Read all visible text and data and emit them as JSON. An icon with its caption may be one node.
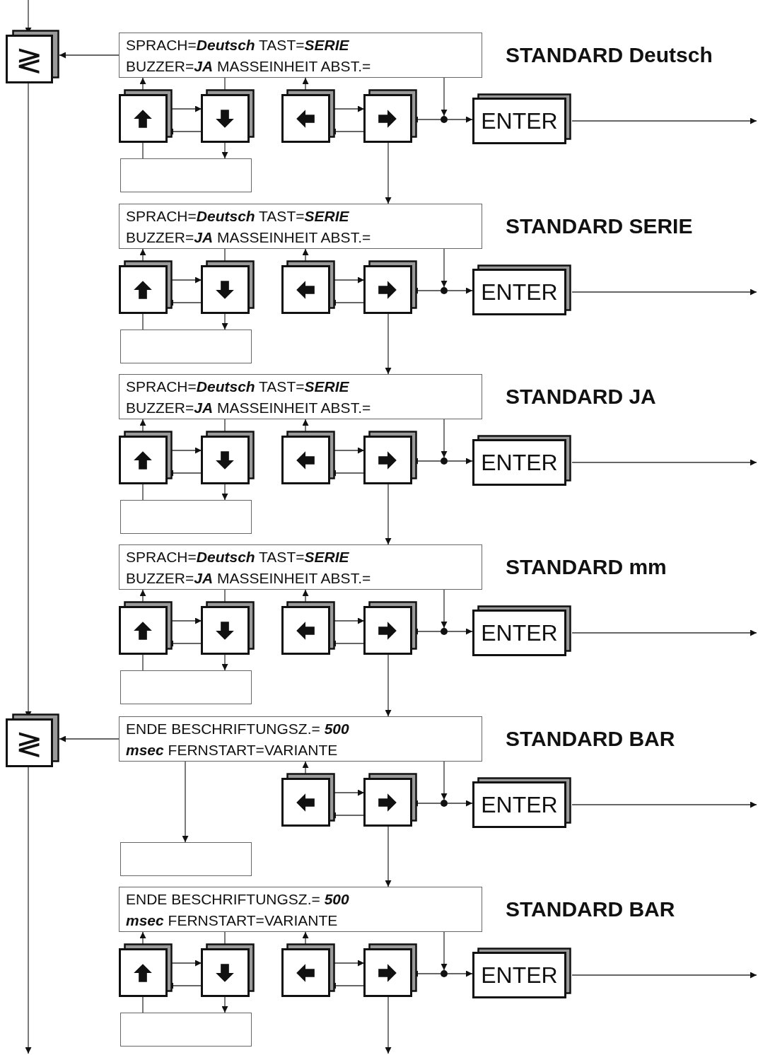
{
  "diagram": {
    "nodes": [
      {
        "text": [
          "≷"
        ]
      },
      {
        "text": [
          "SPRACH=**Deutsch** TAST=**SERIE** BUZZER=**JA** MASSEINHEIT ABST.="
        ],
        "beside": [
          "STANDARD Deutsch"
        ]
      },
      {
        "text": [],
        "shape": "box"
      },
      {
        "text": [],
        "shape": "box"
      },
      {
        "text": [],
        "shape": "box"
      },
      {
        "text": [],
        "shape": "box"
      },
      {
        "text": [],
        "shape": "circle"
      },
      {
        "text": [
          "ENTER"
        ]
      },
      {
        "text": [],
        "shape": "box"
      },
      {
        "text": [
          "SPRACH=**Deutsch** TAST=**SERIE** BUZZER=**JA** MASSEINHEIT ABST.="
        ],
        "beside": [
          "STANDARD SERIE"
        ]
      },
      {
        "text": [],
        "shape": "box"
      },
      {
        "text": [],
        "shape": "box"
      },
      {
        "text": [],
        "shape": "box"
      },
      {
        "text": [],
        "shape": "box"
      },
      {
        "text": [],
        "shape": "circle"
      },
      {
        "text": [
          "ENTER"
        ]
      },
      {
        "text": [],
        "shape": "box"
      },
      {
        "text": [
          "SPRACH=**Deutsch** TAST=**SERIE** BUZZER=**JA** MASSEINHEIT ABST.="
        ],
        "beside": [
          "STANDARD JA"
        ]
      },
      {
        "text": [],
        "shape": "box"
      },
      {
        "text": [],
        "shape": "box"
      },
      {
        "text": [],
        "shape": "box"
      },
      {
        "text": [],
        "shape": "box"
      },
      {
        "text": [],
        "shape": "circle"
      },
      {
        "text": [
          "ENTER"
        ]
      },
      {
        "text": [],
        "shape": "box"
      },
      {
        "text": [
          "SPRACH=**Deutsch** TAST=**SERIE** BUZZER=**JA** MASSEINHEIT ABST.="
        ],
        "beside": [
          "STANDARD mm"
        ]
      },
      {
        "text": [],
        "shape": "box"
      },
      {
        "text": [],
        "shape": "box"
      },
      {
        "text": [],
        "shape": "box"
      },
      {
        "text": [],
        "shape": "box"
      },
      {
        "text": [],
        "shape": "circle"
      },
      {
        "text": [
          "ENTER"
        ]
      },
      {
        "text": [],
        "shape": "box"
      },
      {
        "text": [
          "≷"
        ]
      },
      {
        "text": [
          "ENDE BESCHRIFTUNGSZ.= **500** **msec** FERNSTART=VARIANTE"
        ],
        "beside": [
          "STANDARD BAR"
        ]
      },
      {
        "text": [],
        "shape": "box"
      },
      {
        "text": [],
        "shape": "box"
      },
      {
        "text": [],
        "shape": "circle"
      },
      {
        "text": [
          "ENTER"
        ]
      },
      {
        "text": [],
        "shape": "box"
      },
      {
        "text": [
          "ENDE BESCHRIFTUNGSZ.= **500** **msec** FERNSTART=VARIANTE"
        ],
        "beside": [
          "STANDARD BAR"
        ]
      },
      {
        "text": [],
        "shape": "box"
      },
      {
        "text": [],
        "shape": "box"
      },
      {
        "text": [],
        "shape": "box"
      },
      {
        "text": [],
        "shape": "box"
      },
      {
        "text": [],
        "shape": "circle"
      },
      {
        "text": [
          "ENTER"
        ]
      },
      {
        "text": [],
        "shape": "box"
      }
    ],
    "edges": [
      {
        "from": null,
        "to": 0,
        "arrow": "to"
      },
      {
        "from": 0,
        "to": 33,
        "arrow": "to"
      },
      {
        "from": 33,
        "to": null,
        "arrow": "to"
      },
      {
        "from": 1,
        "to": 0,
        "arrow": "to"
      },
      {
        "from": 2,
        "to": 1,
        "arrow": "to"
      },
      {
        "from": 2,
        "to": 3,
        "arrow": "to"
      },
      {
        "from": 3,
        "to": 2,
        "arrow": "to"
      },
      {
        "from": 1,
        "to": 3,
        "arrow": "none"
      },
      {
        "from": 3,
        "to": 8,
        "arrow": "to"
      },
      {
        "from": 2,
        "to": 8,
        "arrow": "none"
      },
      {
        "from": 4,
        "to": 1,
        "arrow": "to"
      },
      {
        "from": 4,
        "to": 5,
        "arrow": "to"
      },
      {
        "from": 5,
        "to": 4,
        "arrow": "to"
      },
      {
        "from": 1,
        "to": 6,
        "arrow": "to"
      },
      {
        "from": 6,
        "to": 5,
        "arrow": "to"
      },
      {
        "from": 6,
        "to": 7,
        "arrow": "to"
      },
      {
        "from": 7,
        "to": null,
        "arrow": "to"
      },
      {
        "from": 5,
        "to": 9,
        "arrow": "to"
      },
      {
        "from": 10,
        "to": 9,
        "arrow": "to"
      },
      {
        "from": 10,
        "to": 11,
        "arrow": "to"
      },
      {
        "from": 11,
        "to": 10,
        "arrow": "to"
      },
      {
        "from": 9,
        "to": 11,
        "arrow": "none"
      },
      {
        "from": 11,
        "to": 16,
        "arrow": "to"
      },
      {
        "from": 10,
        "to": 16,
        "arrow": "none"
      },
      {
        "from": 12,
        "to": 9,
        "arrow": "to"
      },
      {
        "from": 12,
        "to": 13,
        "arrow": "to"
      },
      {
        "from": 13,
        "to": 12,
        "arrow": "to"
      },
      {
        "from": 9,
        "to": 14,
        "arrow": "to"
      },
      {
        "from": 14,
        "to": 13,
        "arrow": "to"
      },
      {
        "from": 14,
        "to": 15,
        "arrow": "to"
      },
      {
        "from": 15,
        "to": null,
        "arrow": "to"
      },
      {
        "from": 13,
        "to": 17,
        "arrow": "to"
      },
      {
        "from": 18,
        "to": 17,
        "arrow": "to"
      },
      {
        "from": 18,
        "to": 19,
        "arrow": "to"
      },
      {
        "from": 19,
        "to": 18,
        "arrow": "to"
      },
      {
        "from": 17,
        "to": 19,
        "arrow": "none"
      },
      {
        "from": 19,
        "to": 24,
        "arrow": "to"
      },
      {
        "from": 18,
        "to": 24,
        "arrow": "none"
      },
      {
        "from": 20,
        "to": 17,
        "arrow": "to"
      },
      {
        "from": 20,
        "to": 21,
        "arrow": "to"
      },
      {
        "from": 21,
        "to": 20,
        "arrow": "to"
      },
      {
        "from": 17,
        "to": 22,
        "arrow": "to"
      },
      {
        "from": 22,
        "to": 21,
        "arrow": "to"
      },
      {
        "from": 22,
        "to": 23,
        "arrow": "to"
      },
      {
        "from": 23,
        "to": null,
        "arrow": "to"
      },
      {
        "from": 21,
        "to": 25,
        "arrow": "to"
      },
      {
        "from": 26,
        "to": 25,
        "arrow": "to"
      },
      {
        "from": 26,
        "to": 27,
        "arrow": "to"
      },
      {
        "from": 27,
        "to": 26,
        "arrow": "to"
      },
      {
        "from": 25,
        "to": 27,
        "arrow": "none"
      },
      {
        "from": 27,
        "to": 32,
        "arrow": "to"
      },
      {
        "from": 26,
        "to": 32,
        "arrow": "none"
      },
      {
        "from": 28,
        "to": 25,
        "arrow": "to"
      },
      {
        "from": 28,
        "to": 29,
        "arrow": "to"
      },
      {
        "from": 29,
        "to": 28,
        "arrow": "to"
      },
      {
        "from": 25,
        "to": 30,
        "arrow": "to"
      },
      {
        "from": 30,
        "to": 29,
        "arrow": "to"
      },
      {
        "from": 30,
        "to": 31,
        "arrow": "to"
      },
      {
        "from": 31,
        "to": null,
        "arrow": "to"
      },
      {
        "from": 29,
        "to": 34,
        "arrow": "to"
      },
      {
        "from": 34,
        "to": 33,
        "arrow": "to"
      },
      {
        "from": 34,
        "to": 39,
        "arrow": "to"
      },
      {
        "from": 35,
        "to": 34,
        "arrow": "to"
      },
      {
        "from": 35,
        "to": 36,
        "arrow": "to"
      },
      {
        "from": 36,
        "to": 35,
        "arrow": "to"
      },
      {
        "from": 34,
        "to": 37,
        "arrow": "to"
      },
      {
        "from": 37,
        "to": 36,
        "arrow": "to"
      },
      {
        "from": 37,
        "to": 38,
        "arrow": "to"
      },
      {
        "from": 38,
        "to": null,
        "arrow": "to"
      },
      {
        "from": 36,
        "to": 40,
        "arrow": "to"
      },
      {
        "from": 41,
        "to": 40,
        "arrow": "to"
      },
      {
        "from": 41,
        "to": 42,
        "arrow": "to"
      },
      {
        "from": 42,
        "to": 41,
        "arrow": "to"
      },
      {
        "from": 40,
        "to": 42,
        "arrow": "none"
      },
      {
        "from": 42,
        "to": 47,
        "arrow": "to"
      },
      {
        "from": 41,
        "to": 47,
        "arrow": "none"
      },
      {
        "from": 43,
        "to": 40,
        "arrow": "to"
      },
      {
        "from": 43,
        "to": 44,
        "arrow": "to"
      },
      {
        "from": 44,
        "to": 43,
        "arrow": "to"
      },
      {
        "from": 40,
        "to": 45,
        "arrow": "to"
      },
      {
        "from": 45,
        "to": 44,
        "arrow": "to"
      },
      {
        "from": 45,
        "to": 46,
        "arrow": "to"
      },
      {
        "from": 46,
        "to": null,
        "arrow": "to"
      },
      {
        "from": 44,
        "to": null,
        "arrow": "to"
      }
    ]
  }
}
